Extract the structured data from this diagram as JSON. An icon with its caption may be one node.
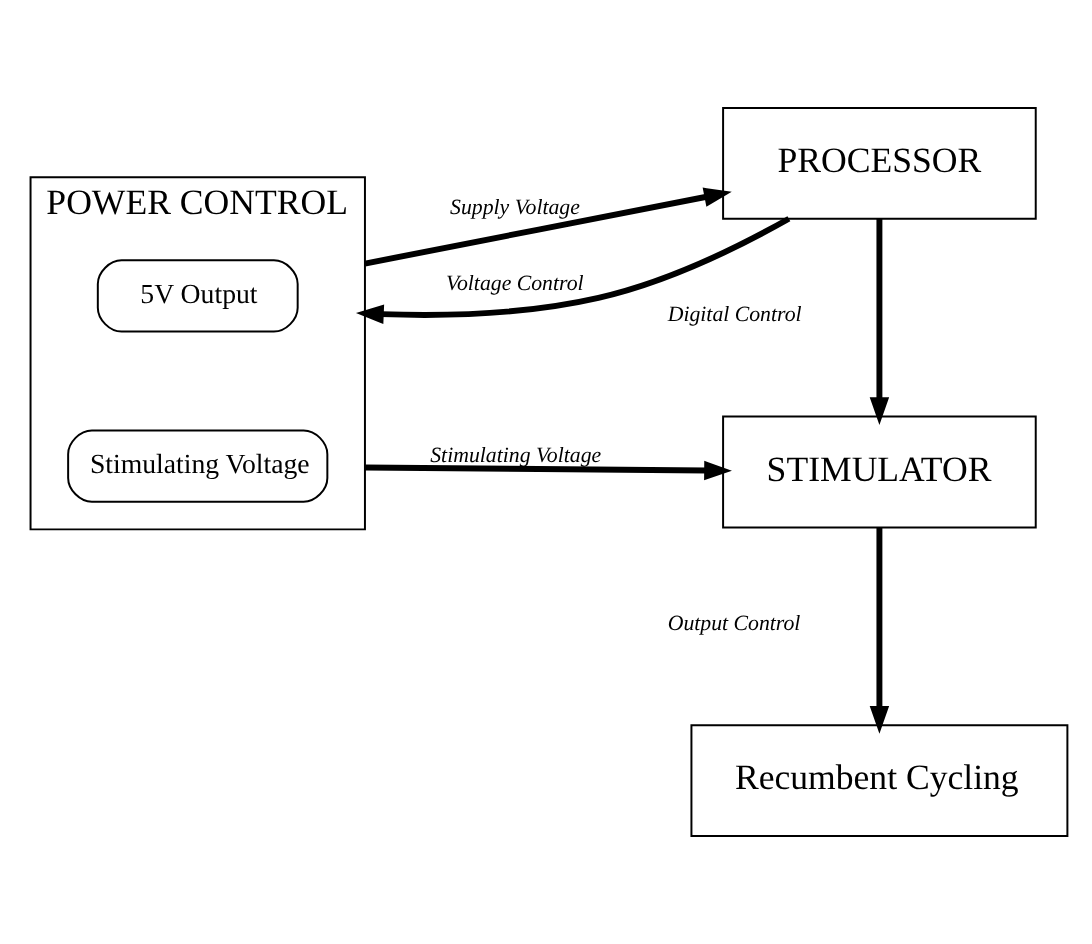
{
  "diagram": {
    "nodes": [
      {
        "text": [
          "POWER CONTROL"
        ]
      },
      {
        "text": [
          "5V Output"
        ],
        "in": 0
      },
      {
        "text": [
          "Stimulating Voltage"
        ],
        "in": 0
      },
      {
        "text": [
          "PROCESSOR"
        ]
      },
      {
        "text": [
          "STIMULATOR"
        ]
      },
      {
        "text": [
          "Recumbent Cycling"
        ]
      }
    ],
    "edges": [
      {
        "from": 0,
        "to": 3,
        "arrow": "to",
        "label": "Supply Voltage"
      },
      {
        "from": 3,
        "to": 0,
        "arrow": "to",
        "label": "Voltage Control"
      },
      {
        "from": 3,
        "to": 4,
        "arrow": "to",
        "label": "Digital Control"
      },
      {
        "from": 0,
        "to": 4,
        "arrow": "to",
        "label": "Stimulating Voltage"
      },
      {
        "from": 4,
        "to": 5,
        "arrow": "to",
        "label": "Output Control"
      }
    ]
  }
}
